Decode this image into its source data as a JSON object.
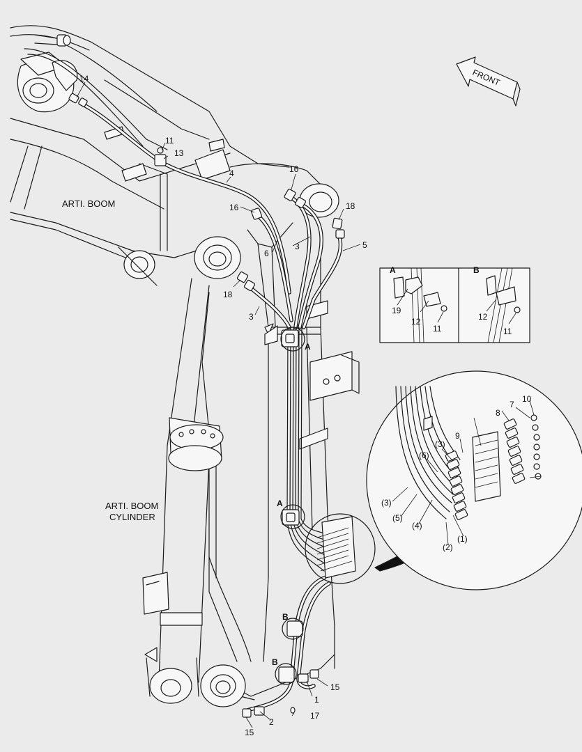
{
  "labels": {
    "arti_boom": "ARTI. BOOM",
    "arti_cyl_line1": "ARTI. BOOM",
    "arti_cyl_line2": "CYLINDER",
    "front": "FRONT"
  },
  "callouts": {
    "c1": "1",
    "c2": "2",
    "c3a": "3",
    "c3b": "3",
    "c4": "4",
    "c5": "5",
    "c6": "6",
    "c7": "7",
    "c8": "8",
    "c9": "9",
    "c10": "10",
    "c11a": "11",
    "c11b": "11",
    "c11c": "11",
    "c12a": "12",
    "c12b": "12",
    "c13": "13",
    "c14": "14",
    "c15a": "15",
    "c15b": "15",
    "c16a": "16",
    "c16b": "16",
    "c17": "17",
    "c18a": "18",
    "c18b": "18",
    "c19": "19"
  },
  "detail_callouts": {
    "p1": "(1)",
    "p2": "(2)",
    "p3a": "(3)",
    "p3b": "(3)",
    "p4": "(4)",
    "p5": "(5)",
    "p6": "(6)"
  },
  "views": {
    "view_a": "A",
    "view_b": "B",
    "marker_a1": "A",
    "marker_a2": "A",
    "marker_b1": "B",
    "marker_b2": "B"
  }
}
